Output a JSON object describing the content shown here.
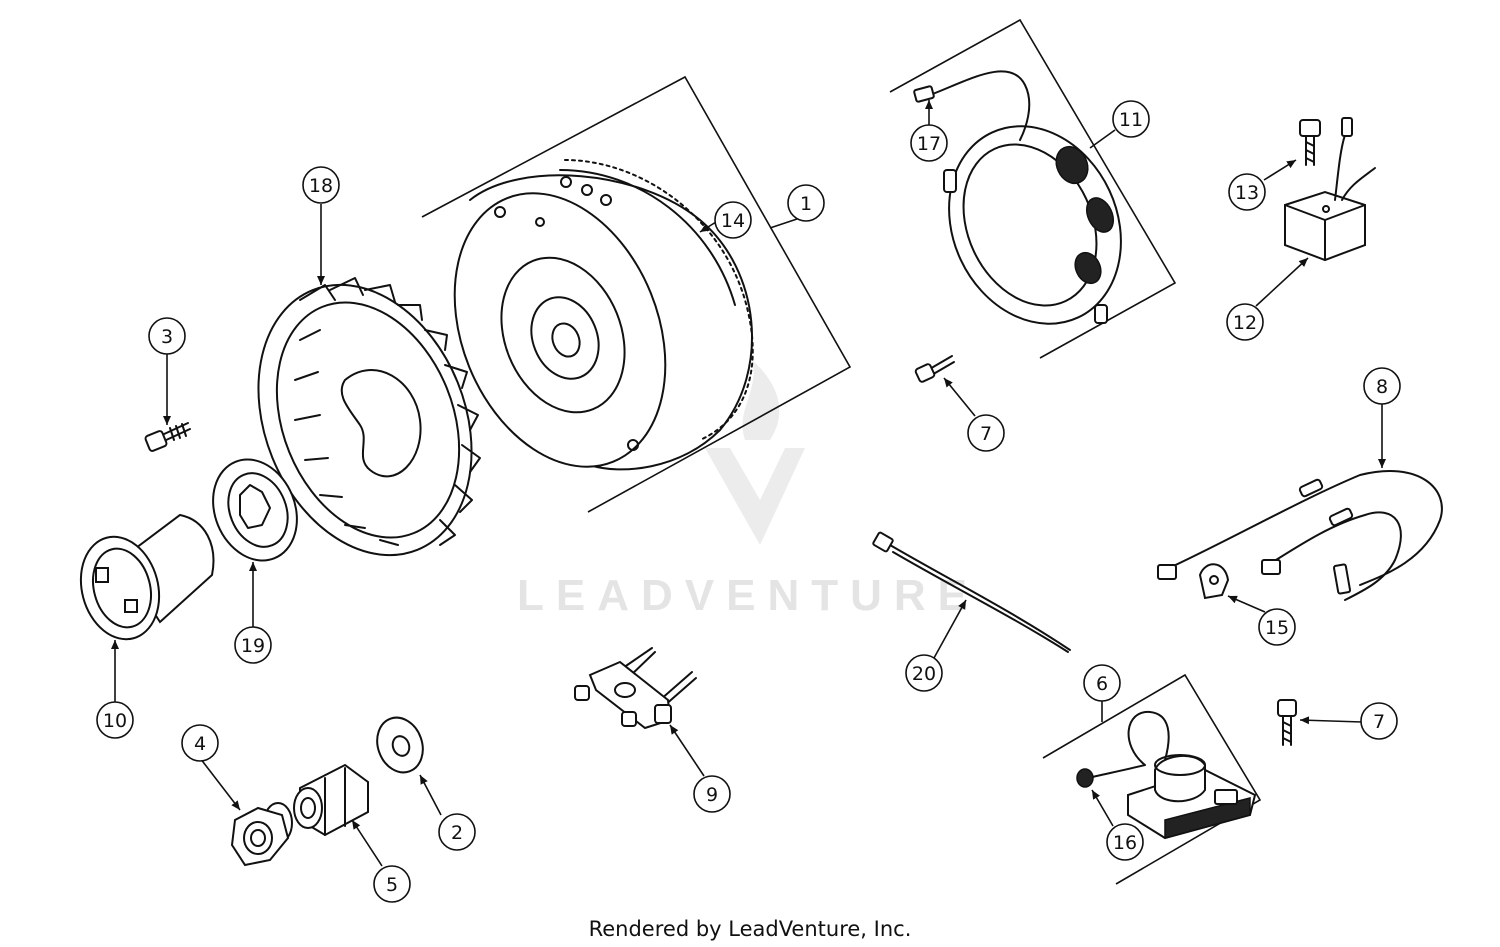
{
  "footer": {
    "text": "Rendered by LeadVenture, Inc."
  },
  "watermark": {
    "text": "LEADVENTURE",
    "color": "#e4e4e4"
  },
  "callouts": [
    {
      "id": "1",
      "label": "1"
    },
    {
      "id": "2",
      "label": "2"
    },
    {
      "id": "3",
      "label": "3"
    },
    {
      "id": "4",
      "label": "4"
    },
    {
      "id": "5",
      "label": "5"
    },
    {
      "id": "6",
      "label": "6"
    },
    {
      "id": "7a",
      "label": "7"
    },
    {
      "id": "7b",
      "label": "7"
    },
    {
      "id": "8",
      "label": "8"
    },
    {
      "id": "9",
      "label": "9"
    },
    {
      "id": "10",
      "label": "10"
    },
    {
      "id": "11",
      "label": "11"
    },
    {
      "id": "12",
      "label": "12"
    },
    {
      "id": "13",
      "label": "13"
    },
    {
      "id": "14",
      "label": "14"
    },
    {
      "id": "15",
      "label": "15"
    },
    {
      "id": "16",
      "label": "16"
    },
    {
      "id": "17",
      "label": "17"
    },
    {
      "id": "18",
      "label": "18"
    },
    {
      "id": "19",
      "label": "19"
    },
    {
      "id": "20",
      "label": "20"
    }
  ]
}
